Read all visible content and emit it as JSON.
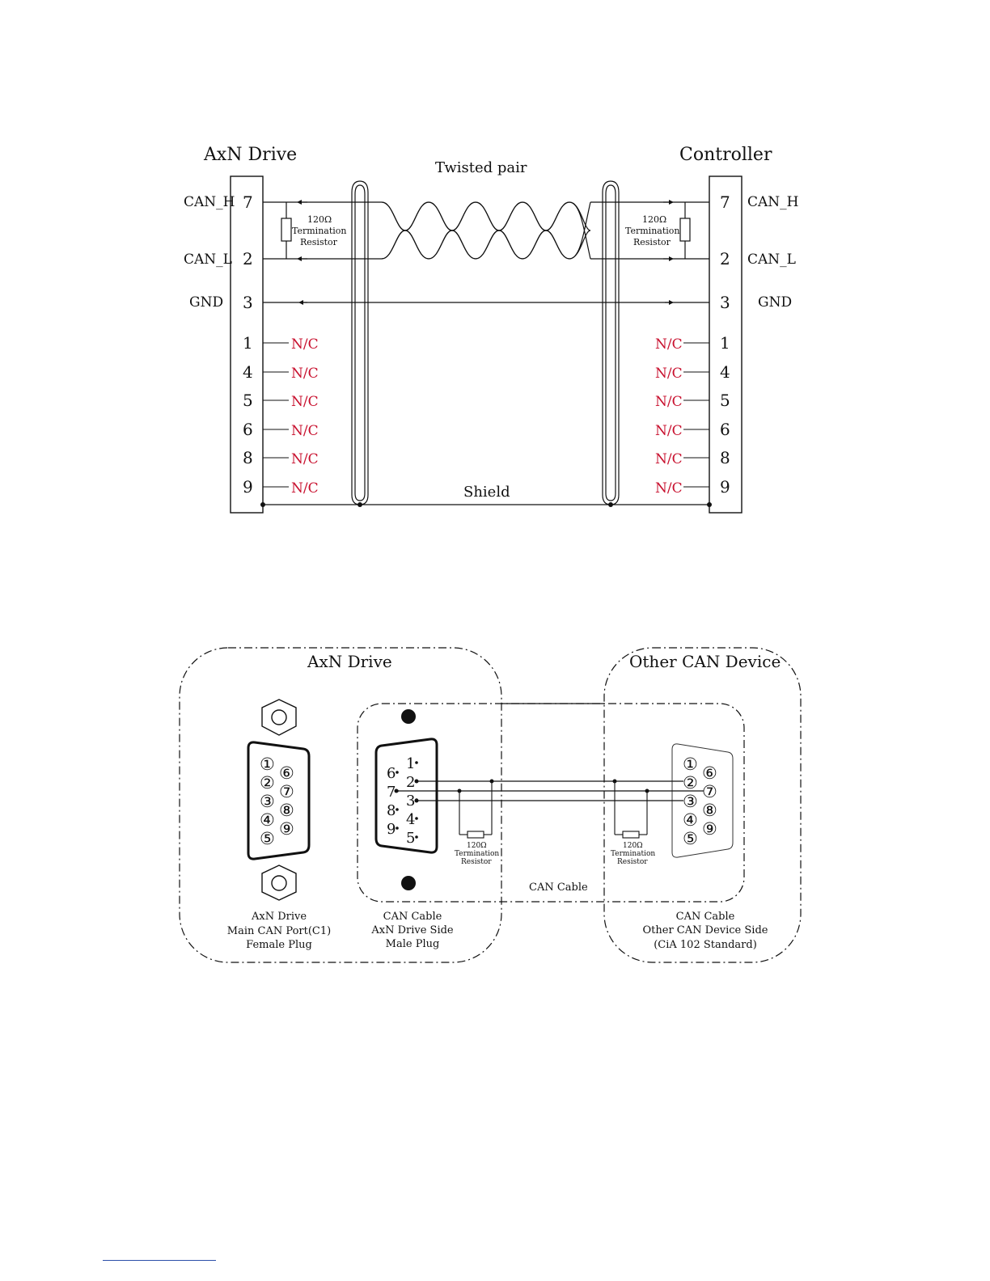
{
  "colors": {
    "line": "#111111",
    "nc": "#c8102e",
    "footnote_rule": "#2a4ea8"
  },
  "wiring": {
    "left_title": "AxN Drive",
    "right_title": "Controller",
    "twisted_label": "Twisted pair",
    "shield_label": "Shield",
    "resistor_value": "120Ω",
    "resistor_line1": "Termination",
    "resistor_line2": "Resistor",
    "signals": [
      {
        "pin": "7",
        "name": "CAN_H"
      },
      {
        "pin": "2",
        "name": "CAN_L"
      },
      {
        "pin": "3",
        "name": "GND"
      }
    ],
    "nc_pins": [
      "1",
      "4",
      "5",
      "6",
      "8",
      "9"
    ],
    "nc_label": "N/C"
  },
  "connector": {
    "left_group_title": "AxN Drive",
    "right_group_title": "Other CAN Device",
    "cable_label": "CAN Cable",
    "resistor_value": "120Ω",
    "resistor_line1": "Termination",
    "resistor_line2": "Resistor",
    "female_pins_left": [
      "①",
      "②",
      "③",
      "④",
      "⑤"
    ],
    "female_pins_right": [
      "⑥",
      "⑦",
      "⑧",
      "⑨"
    ],
    "male_pins_right": [
      "1",
      "2",
      "3",
      "4",
      "5"
    ],
    "male_pins_left": [
      "6",
      "7",
      "8",
      "9"
    ],
    "captions": {
      "drive_port": [
        "AxN Drive",
        "Main CAN Port(C1)",
        "Female Plug"
      ],
      "drive_side": [
        "CAN Cable",
        "AxN Drive Side",
        "Male Plug"
      ],
      "device_side": [
        "CAN Cable",
        "Other CAN Device Side",
        "(CiA 102 Standard)"
      ]
    }
  }
}
